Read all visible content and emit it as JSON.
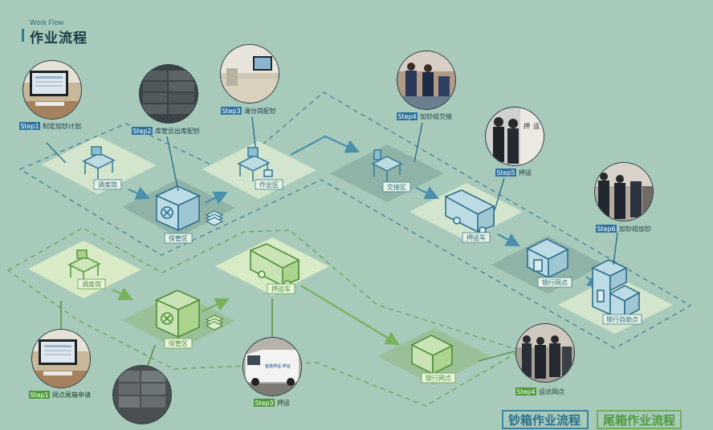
{
  "header": {
    "subtitle": "Work Flow",
    "title": "作业流程"
  },
  "legend": {
    "blue": "钞箱作业流程",
    "green": "尾箱作业流程"
  },
  "colors": {
    "background": "#a7cabb",
    "blue_accent": "#3b83a1",
    "green_accent": "#5fa24a",
    "step_badge_blue": "#2f73a0",
    "step_badge_green": "#4e9a3b"
  },
  "blue_flow": {
    "zones": [
      {
        "id": "dispatch",
        "label": "调度岗"
      },
      {
        "id": "vault",
        "label": "保管区"
      },
      {
        "id": "work",
        "label": "作业区"
      },
      {
        "id": "handover",
        "label": "交接区"
      },
      {
        "id": "escort",
        "label": "押运车"
      },
      {
        "id": "branch",
        "label": "银行网点"
      },
      {
        "id": "atm",
        "label": "银行自助点"
      }
    ],
    "steps": [
      {
        "num": "Step1",
        "text": "制定加钞计划"
      },
      {
        "num": "Step2",
        "text": "库管员出库配钞"
      },
      {
        "num": "Step3",
        "text": "清分岗配钞"
      },
      {
        "num": "Step4",
        "text": "加钞组交接"
      },
      {
        "num": "Step5",
        "text": "押运"
      },
      {
        "num": "Step6",
        "text": "加钞组加钞"
      }
    ]
  },
  "green_flow": {
    "zones": [
      {
        "id": "dispatch",
        "label": "调度岗"
      },
      {
        "id": "vault",
        "label": "保管区"
      },
      {
        "id": "escort",
        "label": "押运车"
      },
      {
        "id": "branch",
        "label": "银行网点"
      }
    ],
    "steps": [
      {
        "num": "Step1",
        "text": "网点尾箱申请"
      },
      {
        "num": "Step3",
        "text": "押运"
      },
      {
        "num": "Step4",
        "text": "运达网点"
      }
    ]
  },
  "photo_content": {
    "van_text": "金融押运 押运"
  }
}
